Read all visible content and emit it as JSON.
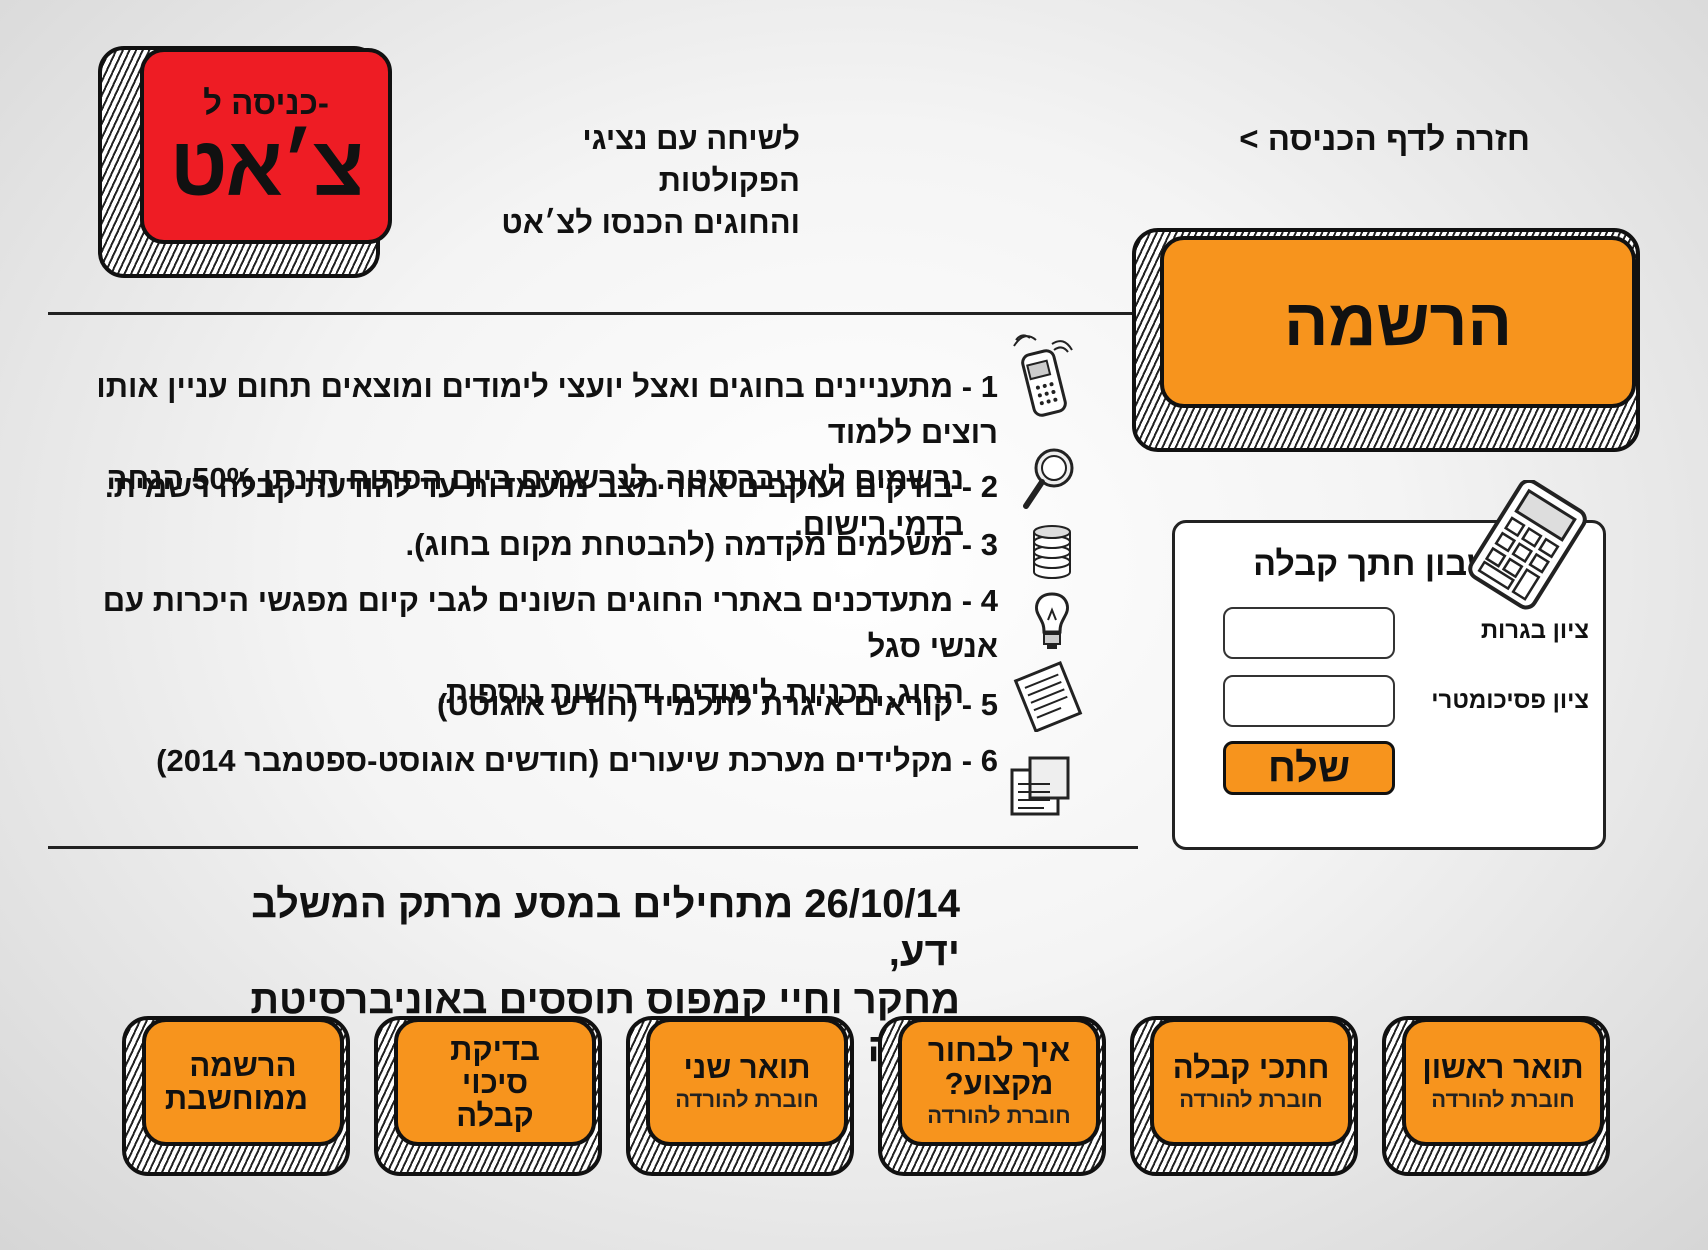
{
  "header": {
    "back_link": "חזרה לדף הכניסה >",
    "tagline_line1": "לשיחה עם נציגי הפקולטות",
    "tagline_line2": "והחוגים הכנסו לצ׳אט",
    "chat_button": {
      "small": "כניסה ל-",
      "big": "צ׳אט"
    }
  },
  "registration": {
    "title": "הרשמה"
  },
  "steps": [
    {
      "num": "1",
      "line1": "- מתעניינים בחוגים ואצל יועצי לימודים ומוצאים תחום עניין אותו רוצים ללמוד",
      "line2": "נרשמים לאוניברסיטה. לנרשמים ביום הפתוח תינתן 50% הנחה בדמי רישום.",
      "icon": "phone-icon"
    },
    {
      "num": "2",
      "line1": "- בודקים ועוקבים אחר מצב מועמדות עד להודעת קבלה רשמית.",
      "line2": "",
      "icon": "magnifier-icon"
    },
    {
      "num": "3",
      "line1": "- משלמים מקדמה (להבטחת מקום בחוג).",
      "line2": "",
      "icon": "coins-icon"
    },
    {
      "num": "4",
      "line1": "- מתעדכנים באתרי החוגים השונים לגבי קיום מפגשי היכרות עם אנשי סגל",
      "line2": "החוג, תכניות לימודים ודרישות נוספות.",
      "icon": "lightbulb-icon"
    },
    {
      "num": "5",
      "line1": "- קוראים איגרת לתלמיד (חודש אוגוסט)",
      "line2": "",
      "icon": "letter-icon"
    },
    {
      "num": "6",
      "line1": "- מקלידים מערכת שיעורים (חודשים אוגוסט-ספטמבר 2014)",
      "line2": "",
      "icon": "notes-icon"
    }
  ],
  "calculator": {
    "title": "מחשבון חתך קבלה",
    "bagrut_label": "ציון בגרות",
    "bagrut_value": "",
    "psycho_label": "ציון פסיכומטרי",
    "psycho_value": "",
    "send_label": "שלח"
  },
  "promo": {
    "line1": "26/10/14 מתחילים במסע מרתק המשלב ידע,",
    "line2": "מחקר וחיי קמפוס תוססים באוניברסיטת חיפה"
  },
  "bottom_buttons": [
    {
      "title": "תואר ראשון",
      "sub": "חוברת להורדה"
    },
    {
      "title": "חתכי קבלה",
      "sub": "חוברת להורדה"
    },
    {
      "title": "איך לבחור מקצוע?",
      "sub": "חוברת להורדה"
    },
    {
      "title": "תואר שני",
      "sub": "חוברת להורדה"
    },
    {
      "title": "בדיקת סיכוי קבלה",
      "sub": ""
    },
    {
      "title": "הרשמה ממוחשבת",
      "sub": ""
    }
  ],
  "colors": {
    "accent_orange": "#f7941d",
    "chat_red": "#ee1c24"
  }
}
